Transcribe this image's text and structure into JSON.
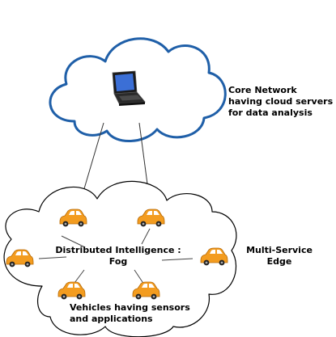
{
  "core_network_label": "Core Network having cloud servers for data analysis",
  "edge_label": "Multi-Service Edge",
  "fog_label": "Distributed Intelligence : Fog",
  "vehicles_label": "Vehicles having sensors and applications",
  "colors": {
    "cloud_outline": "#1f5fa8",
    "edge_outline": "#000000",
    "car_body": "#f39c1f",
    "car_window": "#ffffff",
    "link": "#333333"
  },
  "icons": [
    "laptop-icon",
    "car-icon"
  ]
}
